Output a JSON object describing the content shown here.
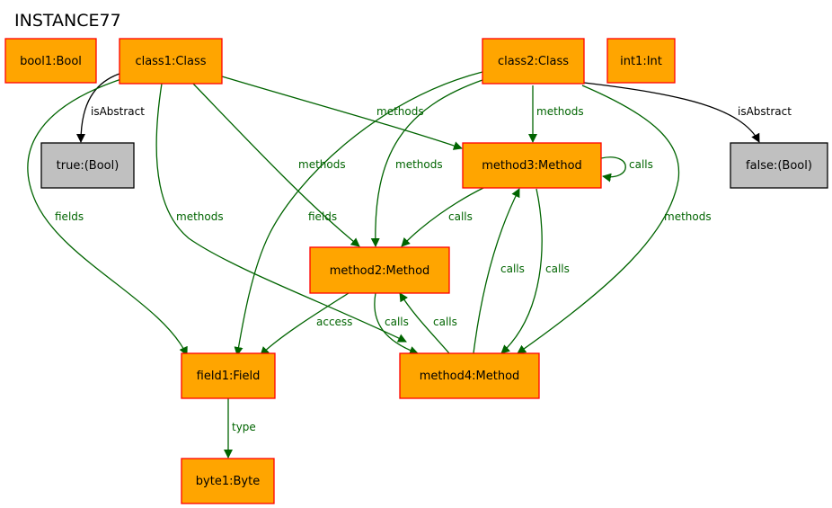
{
  "title": "INSTANCE77",
  "colors": {
    "node_fill": "#ffa500",
    "node_stroke": "#ff0000",
    "value_fill": "#c0c0c0",
    "value_stroke": "#000000",
    "green_edge": "#006400",
    "black_edge": "#000000"
  },
  "nodes": {
    "bool1": "bool1:Bool",
    "class1": "class1:Class",
    "class2": "class2:Class",
    "int1": "int1:Int",
    "true_val": "true:(Bool)",
    "false_val": "false:(Bool)",
    "method3": "method3:Method",
    "method2": "method2:Method",
    "method4": "method4:Method",
    "field1": "field1:Field",
    "byte1": "byte1:Byte"
  },
  "edge_labels": {
    "c1_isabstract": "isAbstract",
    "c2_isabstract": "isAbstract",
    "c1_m3": "methods",
    "c2_m3": "methods",
    "m3_self": "calls",
    "c1_m2": "methods",
    "c2_m2": "methods",
    "c1_field1": "fields",
    "c2_field1": "fields",
    "c1_m4": "methods",
    "c2_m4": "methods",
    "m3_m2": "calls",
    "m4_m3": "calls",
    "m3_m4": "calls",
    "m2_field1": "access",
    "m2_m4": "calls",
    "m4_m2": "calls",
    "field1_byte1": "type"
  }
}
